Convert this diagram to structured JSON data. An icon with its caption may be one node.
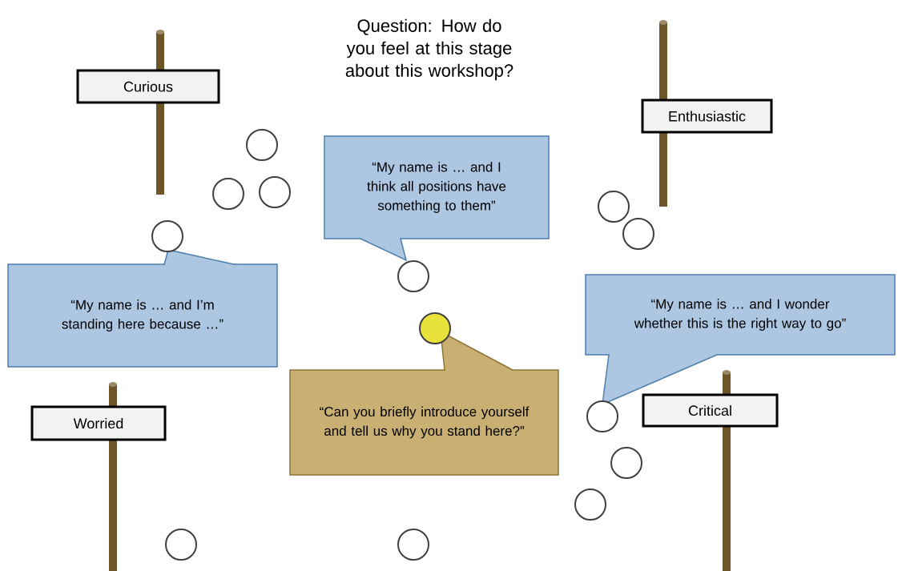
{
  "diagram": {
    "title": "Question: How do you feel at this stage about this workshop?",
    "nodes": [
      {
        "text": [
          "Curious"
        ]
      },
      {
        "text": [
          "Enthusiastic"
        ]
      },
      {
        "text": [
          "“My name is … and I think all positions have something to them”"
        ]
      },
      {
        "text": [
          "“My name is … and I’m standing here because …”"
        ]
      },
      {
        "text": [
          "“My name is … and I wonder whether this is the right way to go”"
        ]
      },
      {
        "text": [
          "“Can you briefly introduce yourself and tell us why you stand here?”"
        ]
      },
      {
        "text": [
          "Worried"
        ]
      },
      {
        "text": [
          "Critical"
        ]
      },
      {
        "text": [],
        "shape": "circle"
      },
      {
        "text": [],
        "shape": "circle"
      },
      {
        "text": [],
        "shape": "circle"
      },
      {
        "text": [],
        "shape": "circle"
      },
      {
        "text": [],
        "shape": "circle"
      },
      {
        "text": [],
        "shape": "circle"
      },
      {
        "text": [],
        "shape": "circle"
      },
      {
        "text": [],
        "shape": "circle"
      },
      {
        "text": [],
        "shape": "circle"
      },
      {
        "text": [],
        "shape": "circle"
      },
      {
        "text": [],
        "shape": "circle"
      },
      {
        "text": [],
        "shape": "circle"
      },
      {
        "text": [],
        "shape": "circle"
      }
    ]
  }
}
